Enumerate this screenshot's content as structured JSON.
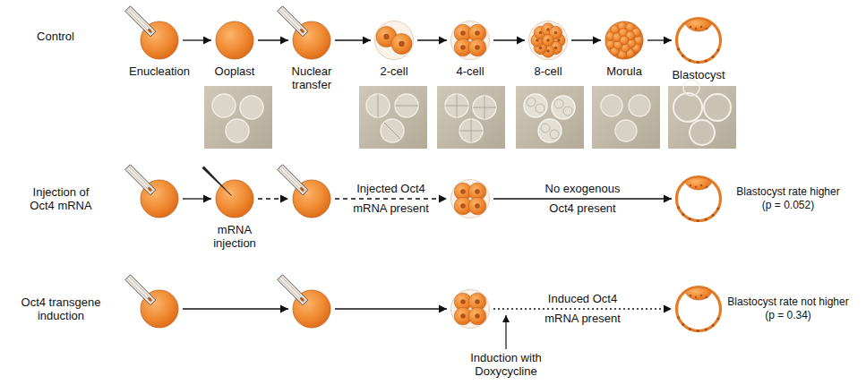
{
  "diagram": {
    "nodes": [
      {
        "text": [
          "Enucleation"
        ]
      },
      {
        "text": [
          "Ooplast"
        ]
      },
      {
        "text": [
          "Nuclear transfer"
        ]
      },
      {
        "text": [
          "2-cell"
        ]
      },
      {
        "text": [
          "4-cell"
        ]
      },
      {
        "text": [
          "8-cell"
        ]
      },
      {
        "text": [
          "Morula"
        ]
      },
      {
        "text": [
          "Blastocyst"
        ]
      },
      {
        "text": []
      },
      {
        "text": [
          "mRNA injection"
        ]
      },
      {
        "text": []
      },
      {
        "text": []
      },
      {
        "text": []
      },
      {
        "text": []
      },
      {
        "text": []
      },
      {
        "text": []
      },
      {
        "text": []
      }
    ],
    "edges": [
      {
        "from": 0,
        "to": 1,
        "arrow": "to"
      },
      {
        "from": 1,
        "to": 2,
        "arrow": "to"
      },
      {
        "from": 2,
        "to": 3,
        "arrow": "to"
      },
      {
        "from": 3,
        "to": 4,
        "arrow": "to"
      },
      {
        "from": 4,
        "to": 5,
        "arrow": "to"
      },
      {
        "from": 5,
        "to": 6,
        "arrow": "to"
      },
      {
        "from": 6,
        "to": 7,
        "arrow": "to"
      },
      {
        "from": 8,
        "to": 9,
        "arrow": "to"
      },
      {
        "from": 9,
        "to": 10,
        "arrow": "to"
      },
      {
        "from": 10,
        "to": 11,
        "label": "Injected Oct4 mRNA present",
        "arrow": "to"
      },
      {
        "from": 11,
        "to": 12,
        "label": "No exogenous Oct4 present",
        "arrow": "to"
      },
      {
        "from": 13,
        "to": 14,
        "arrow": "to"
      },
      {
        "from": 14,
        "to": 15,
        "arrow": "to"
      },
      {
        "from": 15,
        "to": 16,
        "label": "Induced Oct4 mRNA present",
        "arrow": "to"
      }
    ],
    "labels": [
      "Control",
      "Injection of Oct4 mRNA",
      "Oct4 transgene induction",
      "Blastocyst rate higher (p = 0.052)",
      "Blastocyst rate not higher (p = 0.34)",
      "Induction with Doxycycline"
    ]
  }
}
